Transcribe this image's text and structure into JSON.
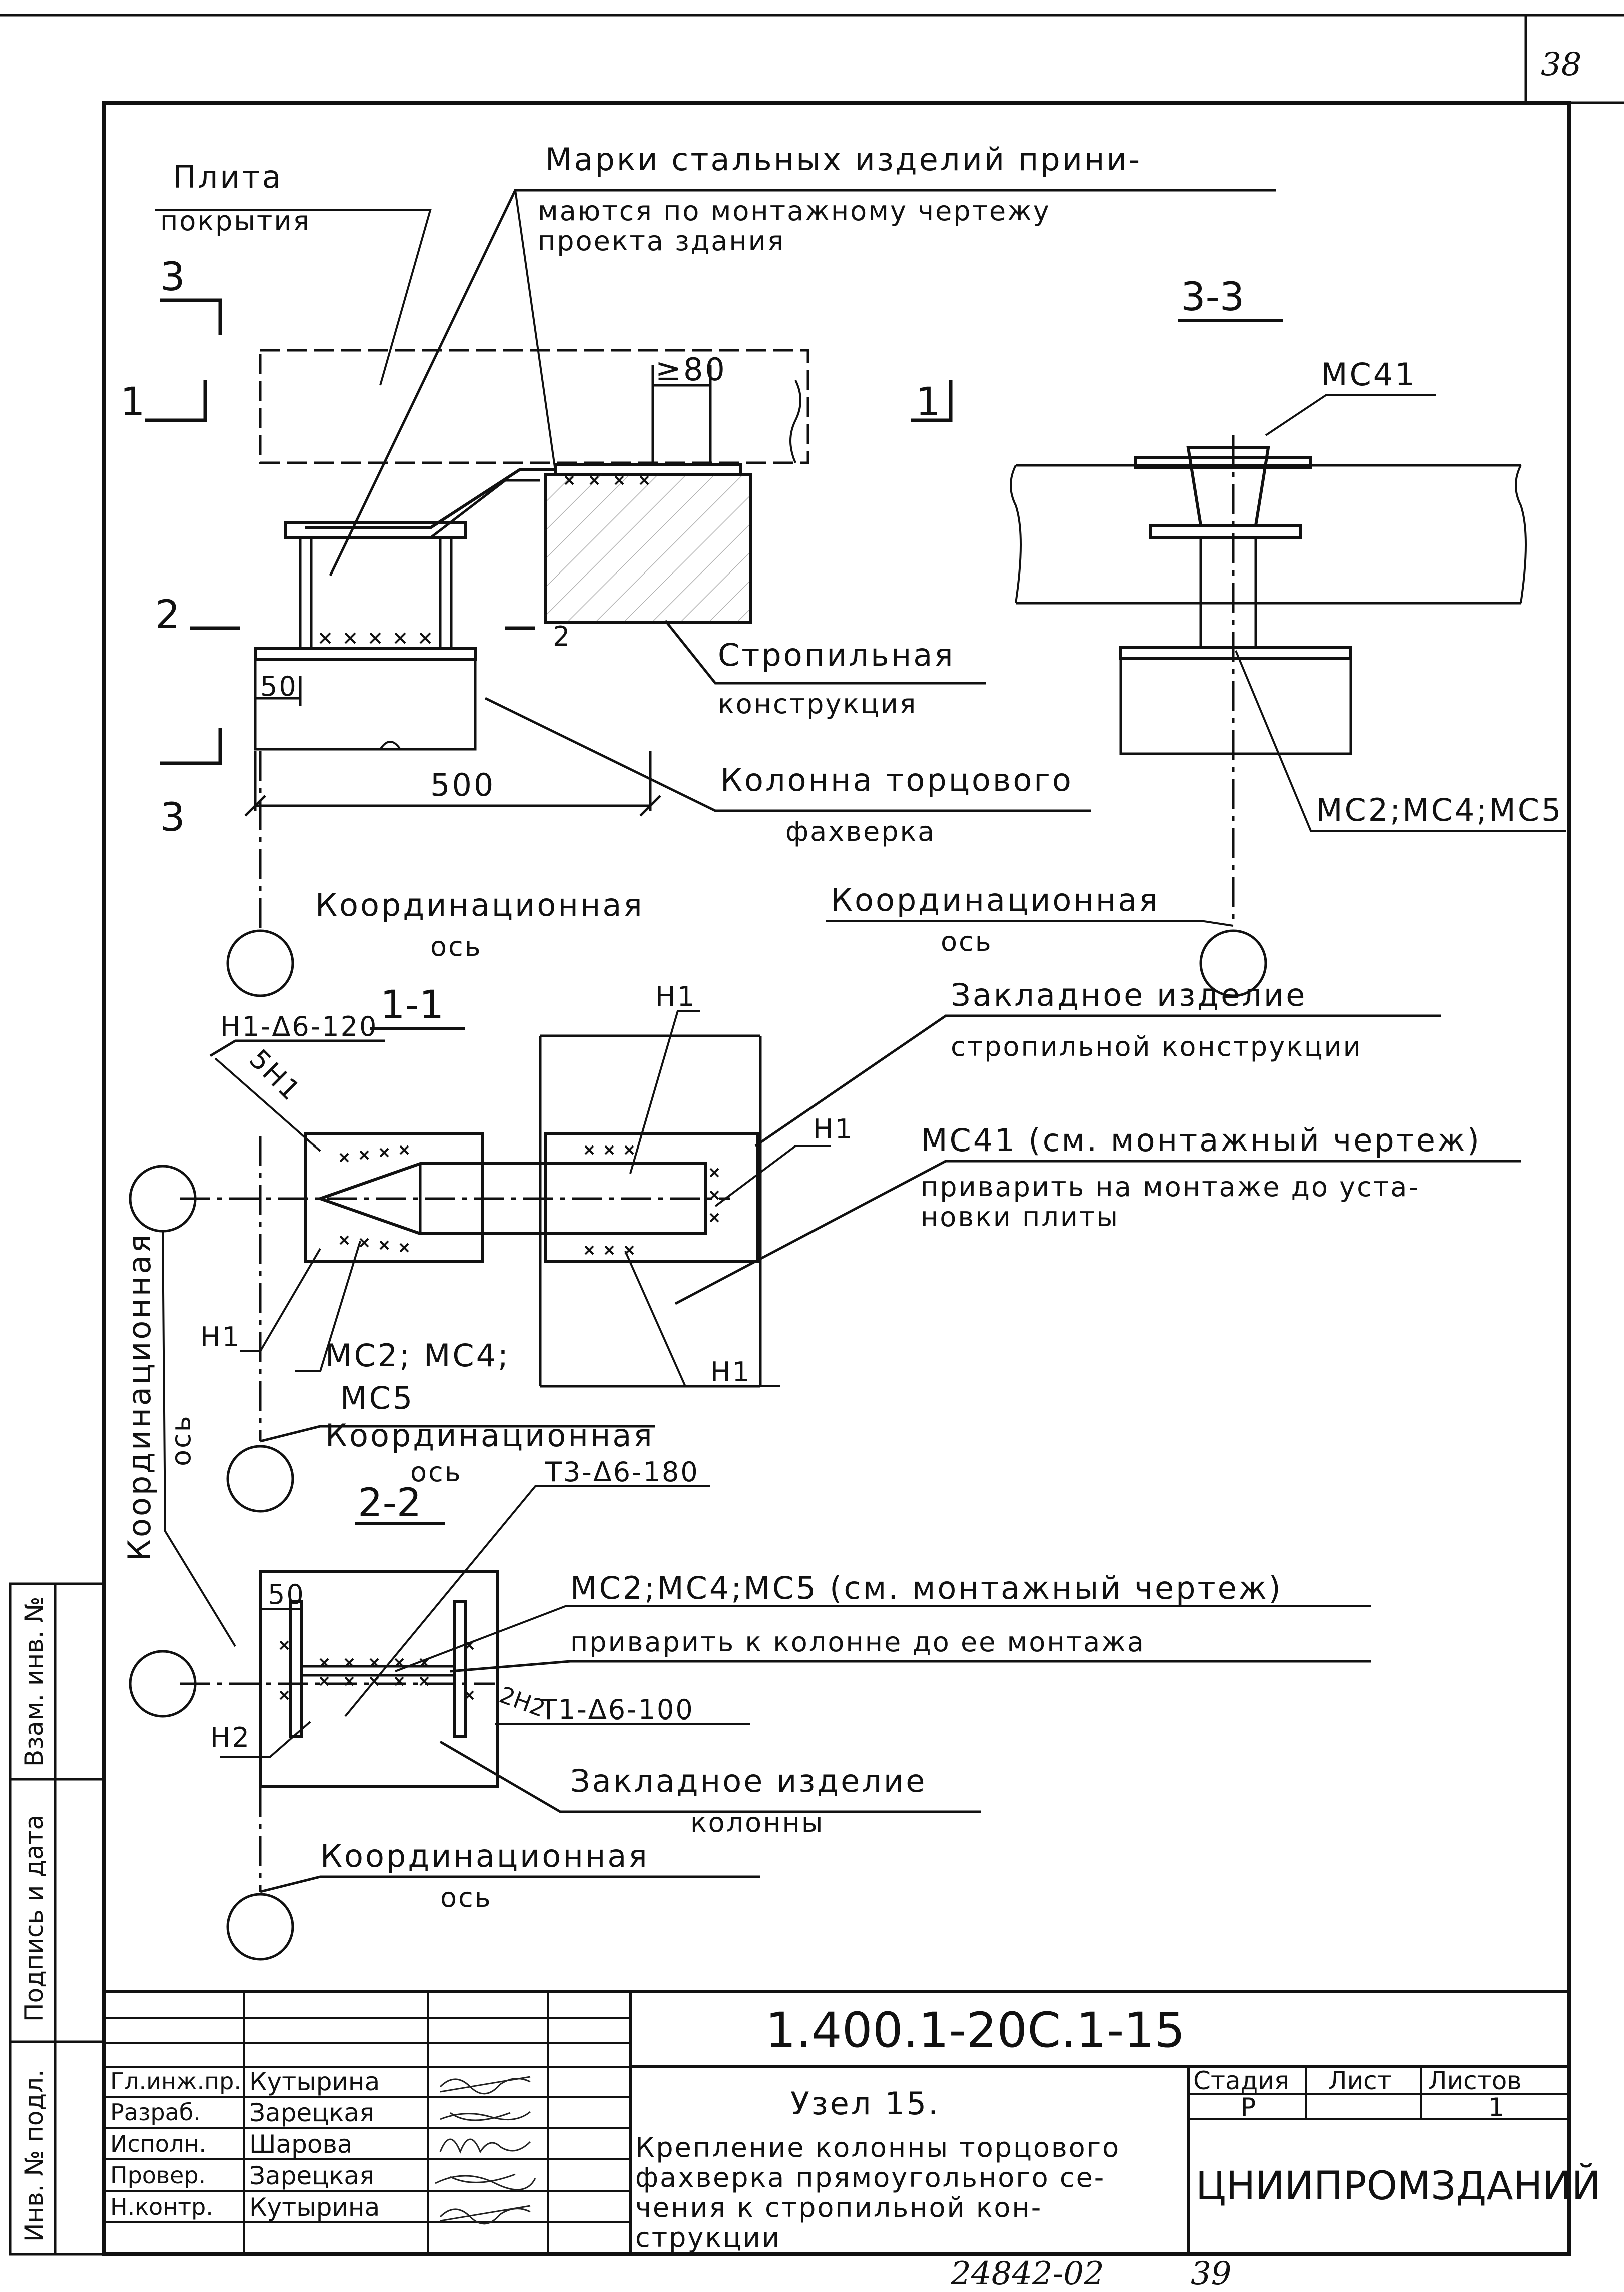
{
  "page_number": "38",
  "doc_number": "1.400.1-20С.1-15",
  "bottom_stamp": "24842-02",
  "bottom_page": "39",
  "labels": {
    "plate_l1": "Плита",
    "plate_l2": "покрытия",
    "marks_l1": "Марки стальных изделий прини-",
    "marks_l2": "маются по монтажному чертежу",
    "marks_l3": "проекта здания",
    "dim_80": "≥80",
    "dim_500": "500",
    "dim_50_top": "50",
    "truss_l1": "Стропильная",
    "truss_l2": "конструкция",
    "column_l1": "Колонна торцового",
    "column_l2": "фахверка",
    "mark_2": "2",
    "coord_l1": "Координационная",
    "coord_l2": "ось",
    "mch1": "МС41",
    "mc_345": "МС2;МС4;МС5",
    "embed_truss_l1": "Закладное изделие",
    "embed_truss_l2": "стропильной конструкции",
    "mch1_note_l1": "МС41 (см. монтажный чертеж)",
    "mch1_note_l2": "приварить на монтаже до уста-",
    "mch1_note_l3": "новки плиты",
    "n1": "Н1",
    "n2": "Н2",
    "weld_h1": "Н1-Δ6-120",
    "weld_5n1": "5Н1",
    "mc_2_4": "МС2; МС4;",
    "mc_5": "МС5",
    "weld_t3": "Т3-Δ6-180",
    "mc_note_l1": "МС2;МС4;МС5 (см. монтажный чертеж)",
    "mc_note_l2": "приварить к колонне до ее монтажа",
    "weld_2n2": "2Н2",
    "weld_t1": "Т1-Δ6-100",
    "embed_col_l1": "Закладное изделие",
    "embed_col_l2": "колонны",
    "dim_50": "50"
  },
  "sections": {
    "s33": "3-3",
    "s11": "1-1",
    "s22": "2-2",
    "m3": "3",
    "m1": "1",
    "m2": "2"
  },
  "side_stamp": {
    "inv_podl": "Инв. № подл.",
    "podpis": "Подпись и дата",
    "vzam": "Взам. инв. №"
  },
  "title_block": {
    "roles": [
      "Гл.инж.пр.",
      "Разраб.",
      "Исполн.",
      "Провер.",
      "Н.контр."
    ],
    "names": [
      "Кутырина",
      "Зарецкая",
      "Шарова",
      "Зарецкая",
      "Кутырина"
    ],
    "title_l1": "Узел 15.",
    "title_l2": "Крепление колонны торцового",
    "title_l3": "фахверка прямоугольного се-",
    "title_l4": "чения к стропильной кон-",
    "title_l5": "струкции",
    "stage_label": "Стадия",
    "sheet_label": "Лист",
    "sheets_label": "Листов",
    "stage_value": "Р",
    "sheets_value": "1",
    "organization": "ЦНИИПРОМЗДАНИЙ"
  }
}
